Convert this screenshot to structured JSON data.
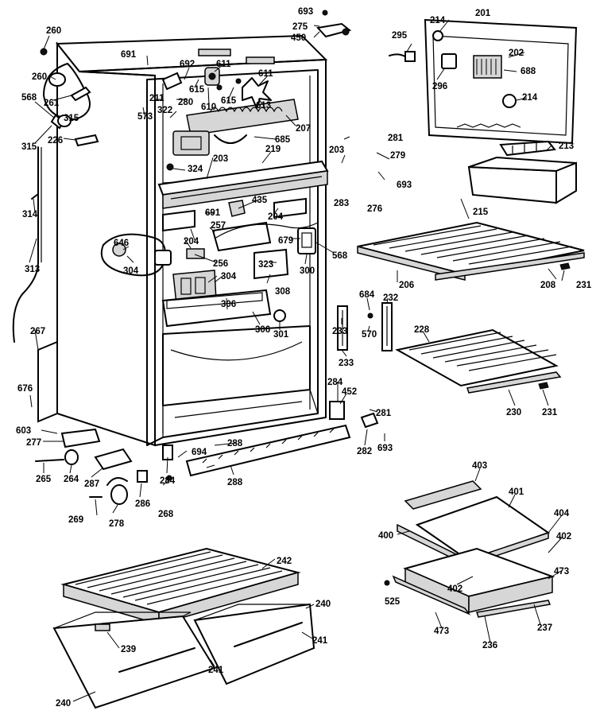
{
  "callouts": {
    "c201": "201",
    "c202": "202",
    "c203": "203",
    "c204": "204",
    "c206": "206",
    "c207": "207",
    "c208": "208",
    "c211": "211",
    "c213": "213",
    "c214": "214",
    "c215": "215",
    "c219": "219",
    "c226": "226",
    "c228": "228",
    "c230": "230",
    "c231": "231",
    "c232": "232",
    "c233": "233",
    "c236": "236",
    "c237": "237",
    "c239": "239",
    "c240": "240",
    "c241": "241",
    "c242": "242",
    "c256": "256",
    "c257": "257",
    "c260": "260",
    "c261": "261",
    "c264": "264",
    "c265": "265",
    "c267": "267",
    "c268": "268",
    "c269": "269",
    "c275": "275",
    "c276": "276",
    "c277": "277",
    "c278": "278",
    "c279": "279",
    "c280": "280",
    "c281": "281",
    "c282": "282",
    "c283": "283",
    "c284": "284",
    "c286": "286",
    "c287": "287",
    "c288": "288",
    "c295": "295",
    "c296": "296",
    "c300": "300",
    "c301": "301",
    "c304": "304",
    "c306": "306",
    "c308": "308",
    "c313": "313",
    "c314": "314",
    "c315": "315",
    "c322": "322",
    "c323": "323",
    "c324": "324",
    "c400": "400",
    "c401": "401",
    "c402": "402",
    "c403": "403",
    "c404": "404",
    "c435": "435",
    "c450": "450",
    "c452": "452",
    "c473": "473",
    "c525": "525",
    "c568": "568",
    "c570": "570",
    "c573": "573",
    "c603": "603",
    "c610": "610",
    "c611": "611",
    "c613": "613",
    "c615": "615",
    "c646": "646",
    "c676": "676",
    "c679": "679",
    "c684": "684",
    "c685": "685",
    "c688": "688",
    "c691": "691",
    "c692": "692",
    "c693": "693",
    "c694": "694"
  }
}
